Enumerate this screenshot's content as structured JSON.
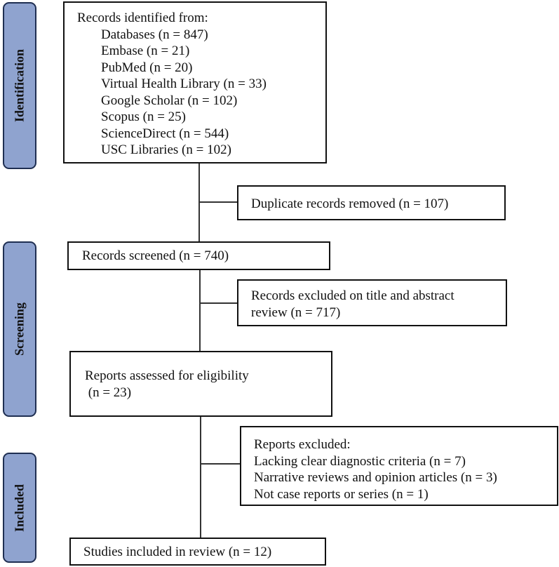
{
  "stages": {
    "identification": "Identification",
    "screening": "Screening",
    "included": "Included"
  },
  "identification_box": {
    "heading": "Records identified from:",
    "sources": [
      "Databases (n = 847)",
      "Embase (n = 21)",
      "PubMed (n = 20)",
      "Virtual Health Library (n = 33)",
      "Google Scholar (n = 102)",
      "Scopus (n = 25)",
      "ScienceDirect (n = 544)",
      "USC Libraries (n = 102)"
    ]
  },
  "duplicates_box": {
    "text": "Duplicate records removed (n = 107)"
  },
  "screened_box": {
    "text": "Records screened (n = 740)"
  },
  "excluded_title_box": {
    "line1": "Records excluded on title and abstract",
    "line2": "review (n = 717)"
  },
  "eligibility_box": {
    "line1": "Reports assessed for eligibility",
    "line2": " (n = 23)"
  },
  "reports_excluded_box": {
    "heading": "Reports excluded:",
    "reasons": [
      "Lacking clear diagnostic criteria (n = 7)",
      "Narrative reviews and opinion articles (n = 3)",
      "Not case reports or series (n = 1)"
    ]
  },
  "included_box": {
    "text": "Studies included in review (n = 12)"
  }
}
